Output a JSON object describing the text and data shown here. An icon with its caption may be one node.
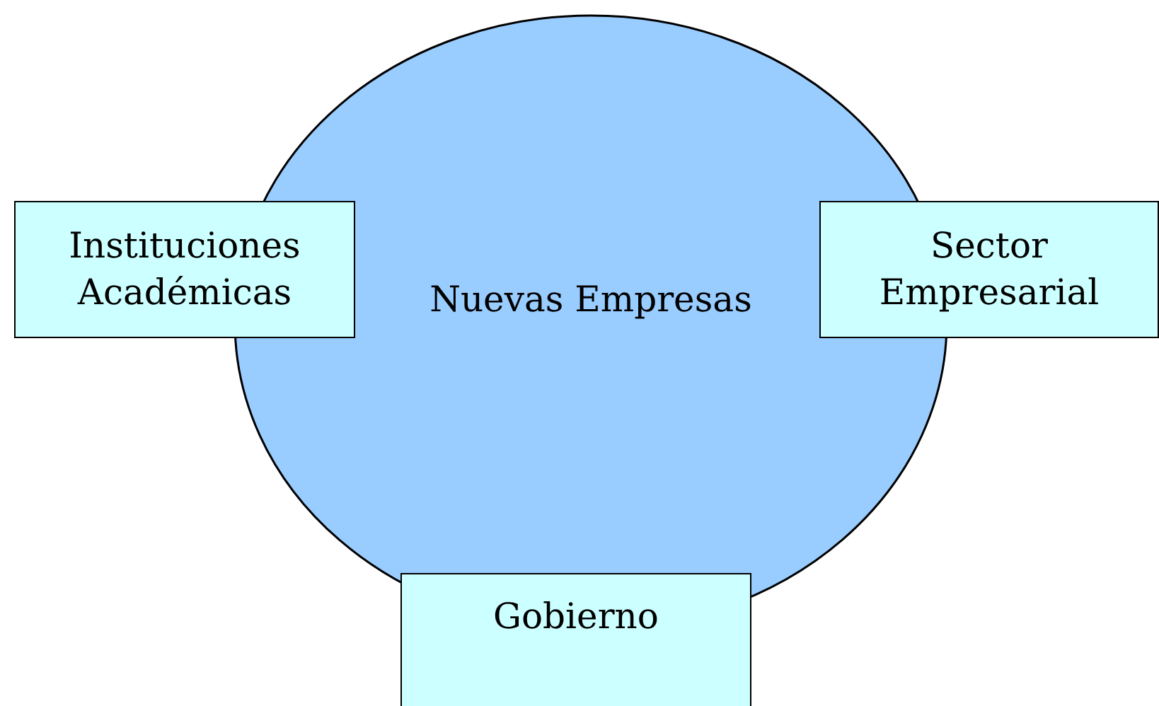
{
  "diagram": {
    "nodes": [
      {
        "text": [
          "Nuevas Empresas"
        ]
      },
      {
        "text": [
          "Instituciones Académicas"
        ]
      },
      {
        "text": [
          "Sector Empresarial"
        ]
      },
      {
        "text": [
          "Gobierno"
        ]
      }
    ]
  }
}
